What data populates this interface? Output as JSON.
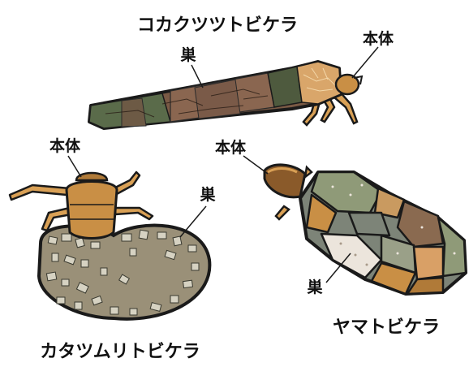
{
  "species": [
    {
      "name": "コカクツツトビケラ",
      "body_label": "本体",
      "case_label": "巣"
    },
    {
      "name": "カタツムリトビケラ",
      "body_label": "本体",
      "case_label": "巣"
    },
    {
      "name": "ヤマトビケラ",
      "body_label": "本体",
      "case_label": "巣"
    }
  ],
  "colors": {
    "outline": "#1a1a1a",
    "twig_case": "#7a5a45",
    "twig_case_light": "#c9a06a",
    "twig_case_dark": "#5a6b4a",
    "larva_body": "#c98f45",
    "larva_head": "#8a5a2a",
    "snail_case": "#9a9078",
    "pebble_light": "#d6d2c2",
    "pebble_green": "#8f9a78",
    "pebble_tan": "#c99a60",
    "pebble_brown": "#8a6a50",
    "pebble_grey": "#7d8478"
  }
}
